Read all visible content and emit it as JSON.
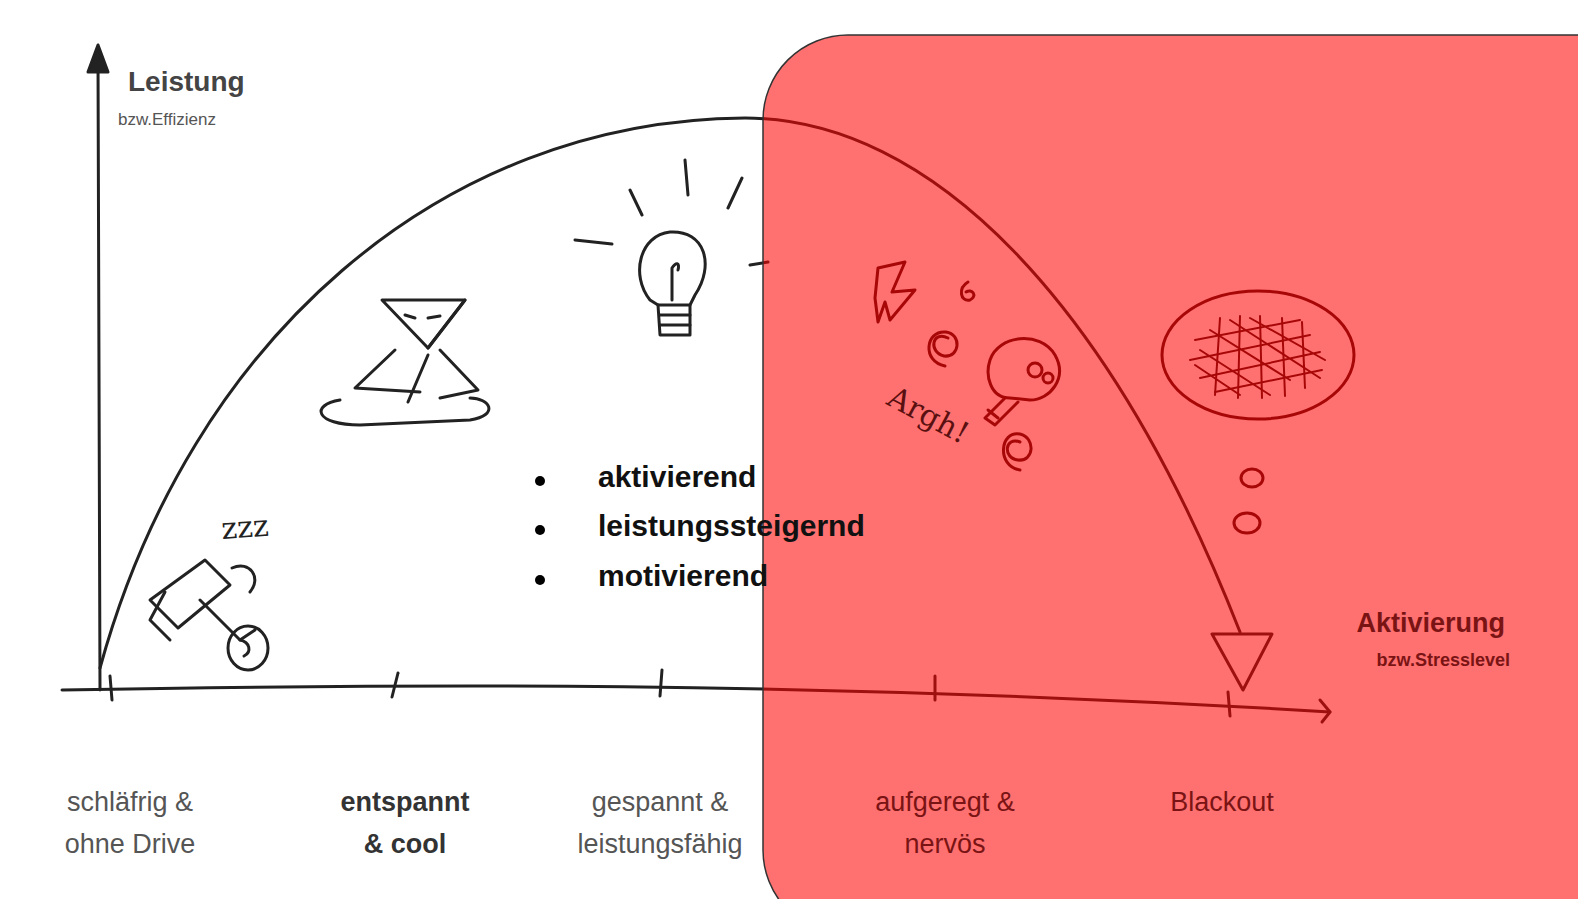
{
  "diagram": {
    "labels": [
      "Leistung",
      "bzw.Effizienz",
      "zzz",
      "aktivierend",
      "leistungssteigernd",
      "motivierend",
      "Argh!",
      "Aktivierung",
      "bzw.Stresslevel",
      "schläfrig & ohne Drive",
      "entspannt & cool",
      "gespannt & leistungsfähig",
      "aufgeregt & nervös",
      "Blackout"
    ]
  }
}
